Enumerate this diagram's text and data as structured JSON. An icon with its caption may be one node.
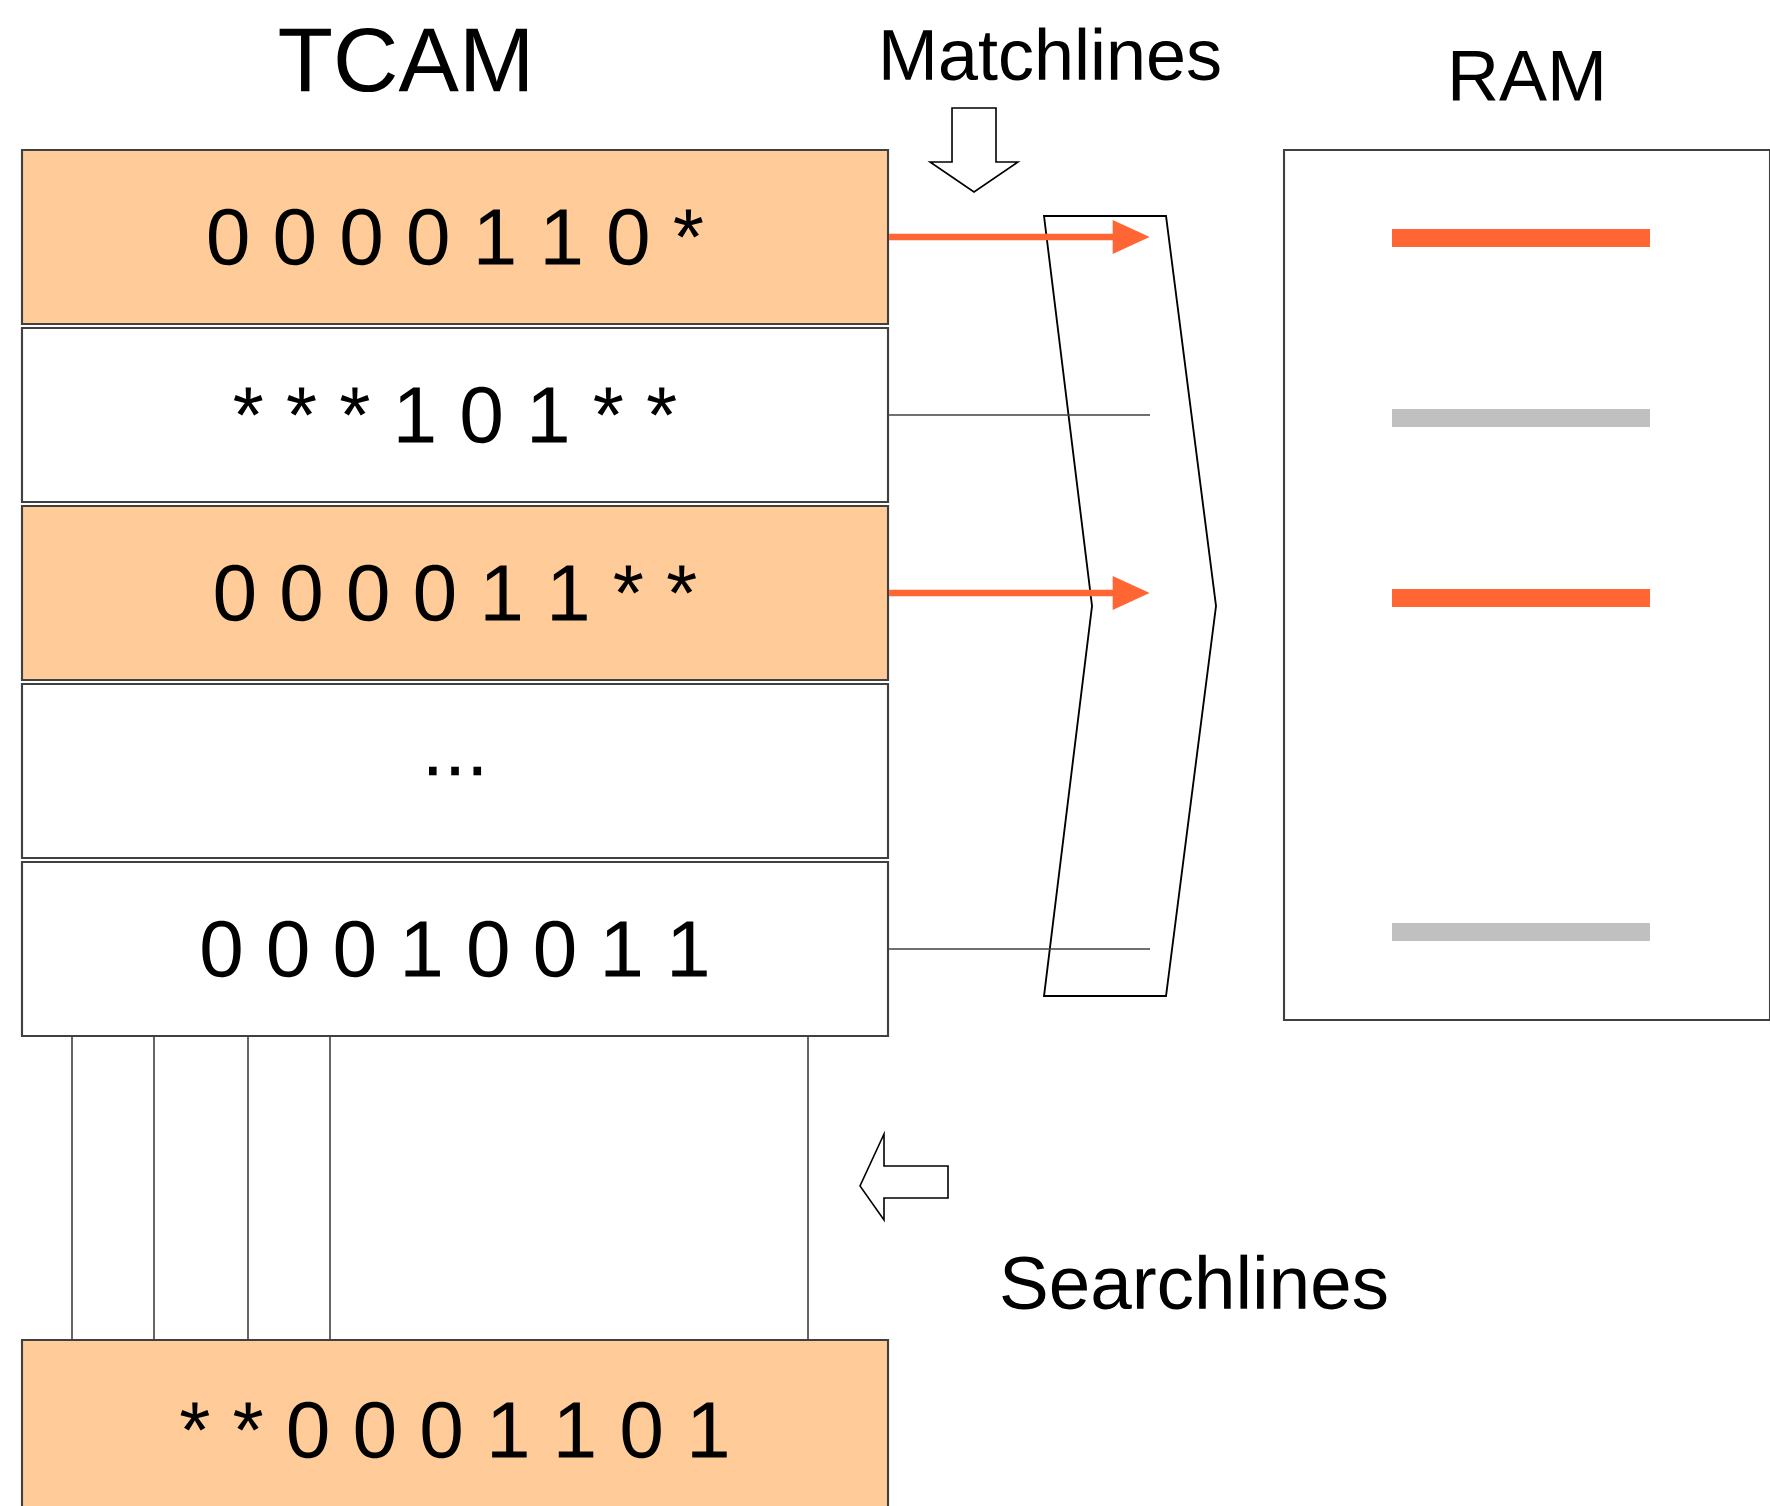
{
  "diagram": {
    "nodes": [
      {
        "text": [
          "0 0 0 0 1 1 0 *"
        ]
      },
      {
        "text": [
          "* * * 1 0 1 * *"
        ]
      },
      {
        "text": [
          "0 0 0 0 1 1 * *"
        ]
      },
      {
        "text": [
          "..."
        ]
      },
      {
        "text": [
          "0 0 0 1 0 0 1 1"
        ]
      },
      {
        "text": [
          "* * 0 0 0 1 1 0 1"
        ]
      },
      {
        "text": [],
        "shape": "chevron"
      },
      {
        "text": [
          "RAM"
        ]
      }
    ],
    "edges": [
      {
        "from": 0,
        "to": 6,
        "arrow": "to",
        "style": "thick",
        "color": "#ff6633"
      },
      {
        "from": 1,
        "to": 6,
        "arrow": "none"
      },
      {
        "from": 2,
        "to": 6,
        "arrow": "to",
        "style": "thick",
        "color": "#ff6633"
      },
      {
        "from": 4,
        "to": 6,
        "arrow": "none"
      },
      {
        "from": 5,
        "to": 4,
        "arrow": "none"
      },
      {
        "from": 5,
        "to": 4,
        "arrow": "none"
      },
      {
        "from": 5,
        "to": 4,
        "arrow": "none"
      },
      {
        "from": 5,
        "to": 4,
        "arrow": "none"
      },
      {
        "from": 5,
        "to": 4,
        "arrow": "none"
      }
    ],
    "labels": [
      "TCAM",
      "Matchlines",
      "Searchlines"
    ]
  }
}
